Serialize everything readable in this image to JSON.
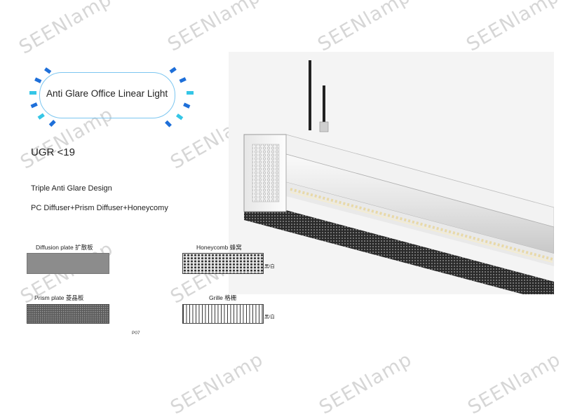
{
  "watermark": "SEENlamp",
  "title": "Anti Glare Office Linear Light",
  "ugr": "UGR <19",
  "design_line": "Triple  Anti Glare Design",
  "layers_line": "PC Diffuser+Prism Diffuser+Honeycomy",
  "samples": {
    "diffusion": "Diffusion plate 扩散板",
    "honeycomb": "Honeycomb 蜂窝",
    "prism": "Prism plate    菱晶板",
    "grille": "Grille 格栅"
  },
  "color_note": "黑/白",
  "page_number": "P07",
  "colors": {
    "ray_dark": "#1e6fd9",
    "ray_light": "#35c6e6",
    "oval": "#7cc6f0"
  }
}
